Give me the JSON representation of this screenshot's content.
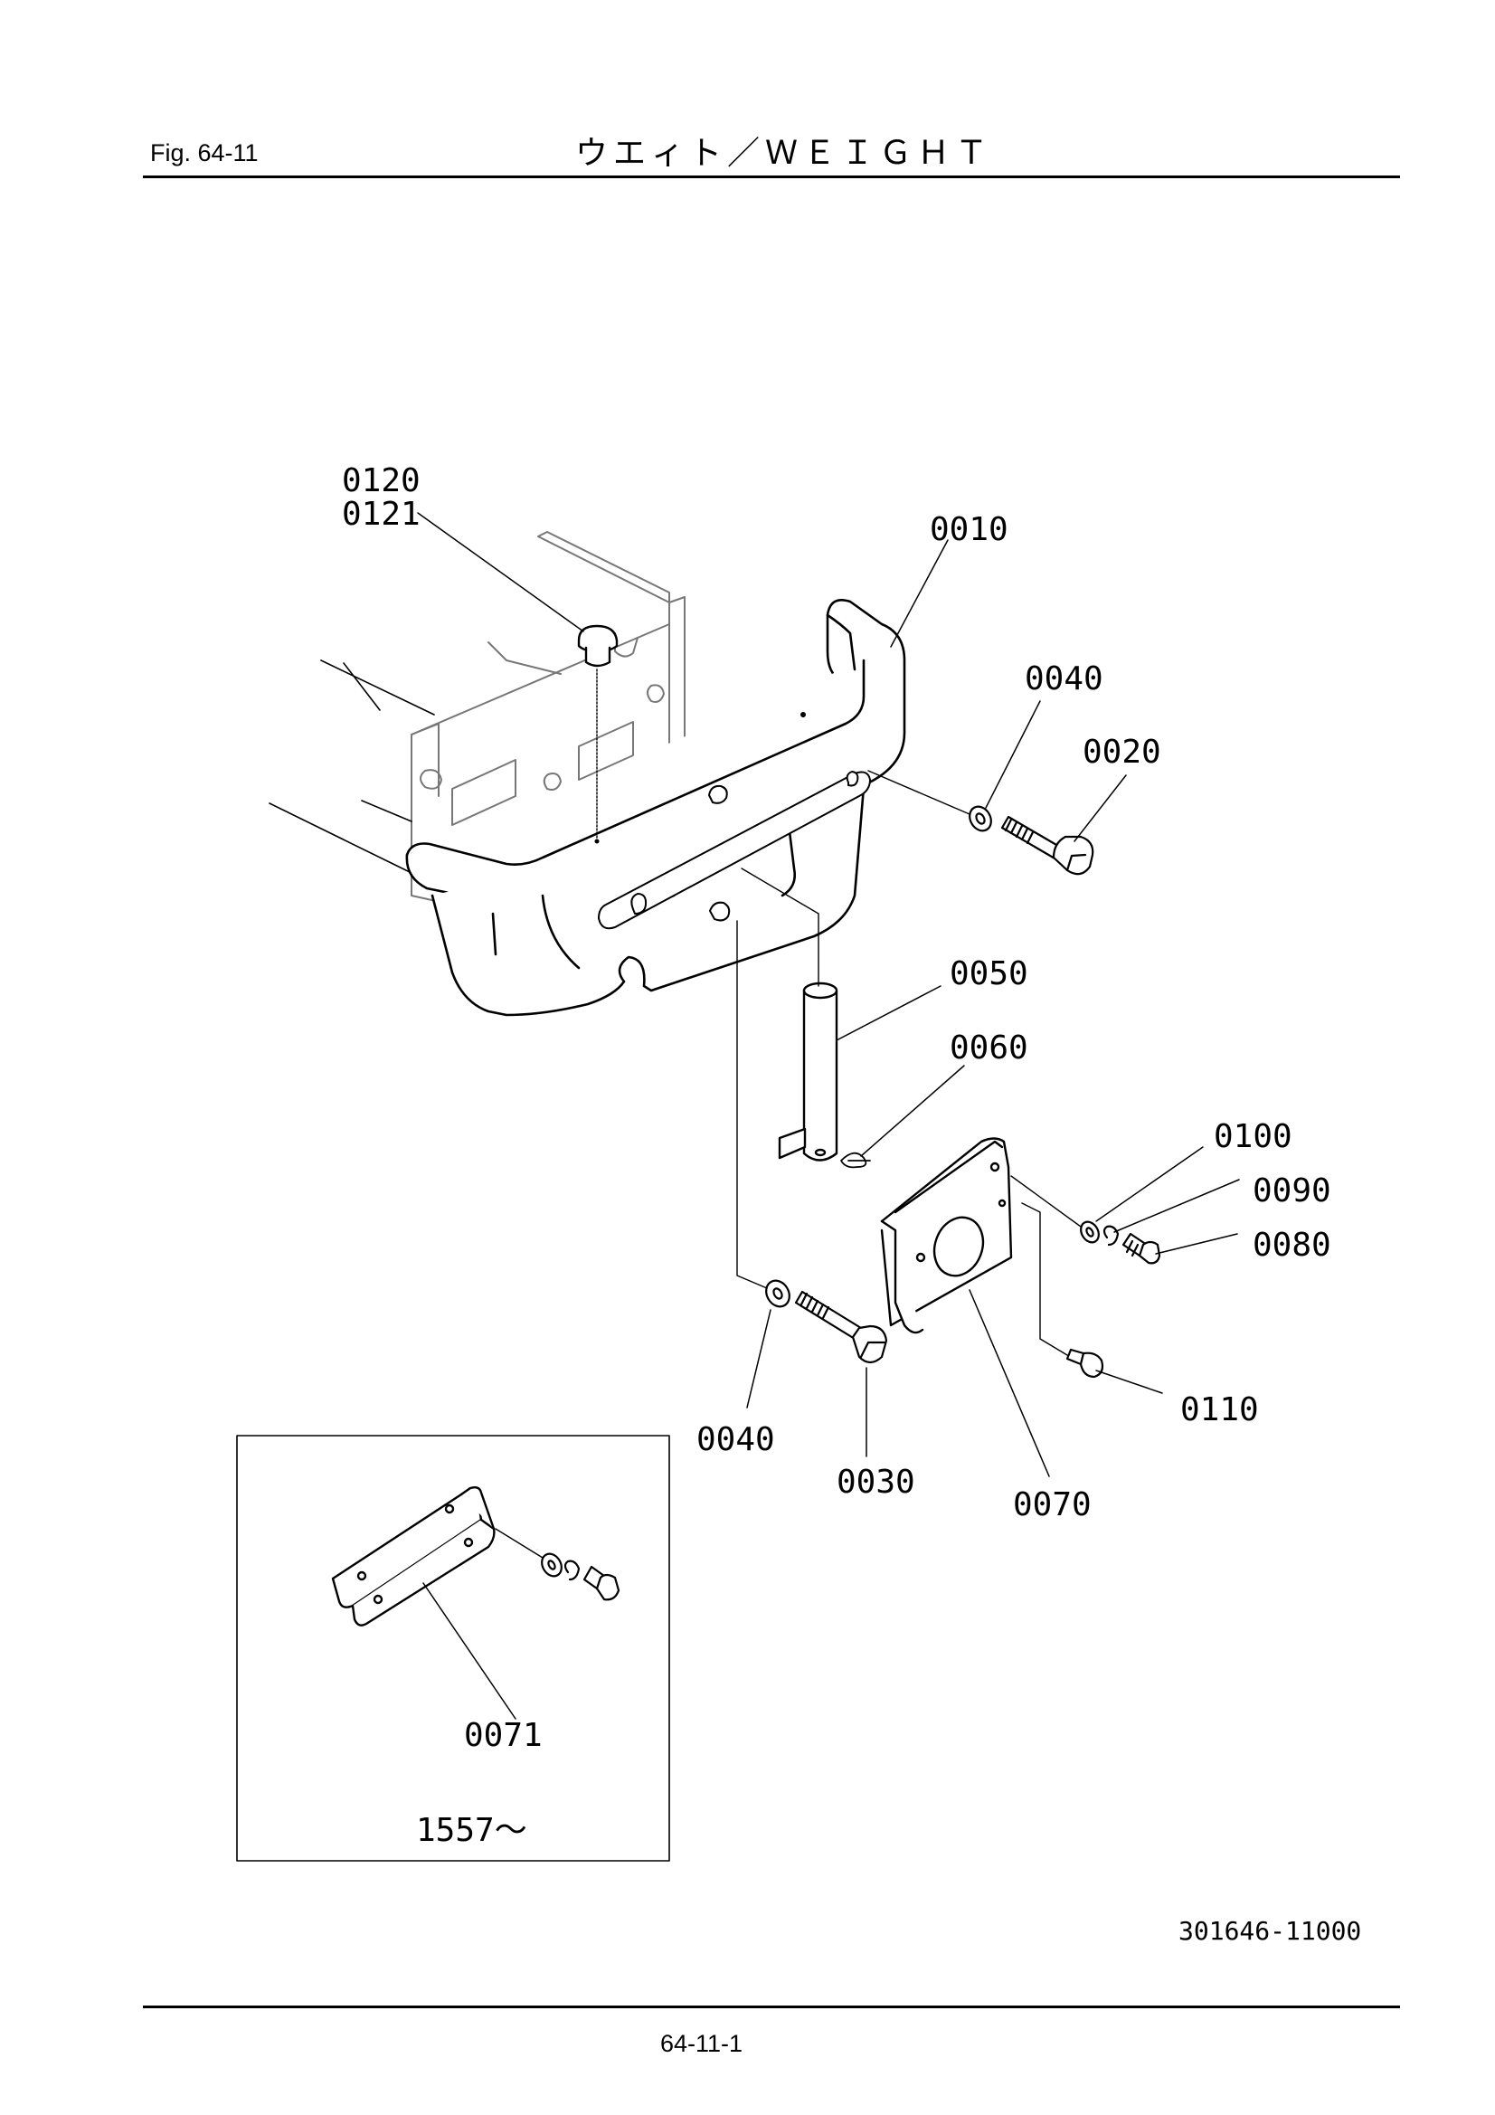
{
  "header": {
    "figure": "Fig.  64-11",
    "title": "ウエィト／ＷＥＩＧＨＴ"
  },
  "part_labels": {
    "p0120": "0120",
    "p0121": "0121",
    "p0010": "0010",
    "p0040_top": "0040",
    "p0020": "0020",
    "p0050": "0050",
    "p0060": "0060",
    "p0100": "0100",
    "p0090": "0090",
    "p0080": "0080",
    "p0110": "0110",
    "p0040_bottom": "0040",
    "p0030": "0030",
    "p0070": "0070",
    "p0071": "0071"
  },
  "inset": {
    "serial_range": "1557～"
  },
  "footer": {
    "doc_number": "301646-11000",
    "page_number": "64-11-1"
  }
}
